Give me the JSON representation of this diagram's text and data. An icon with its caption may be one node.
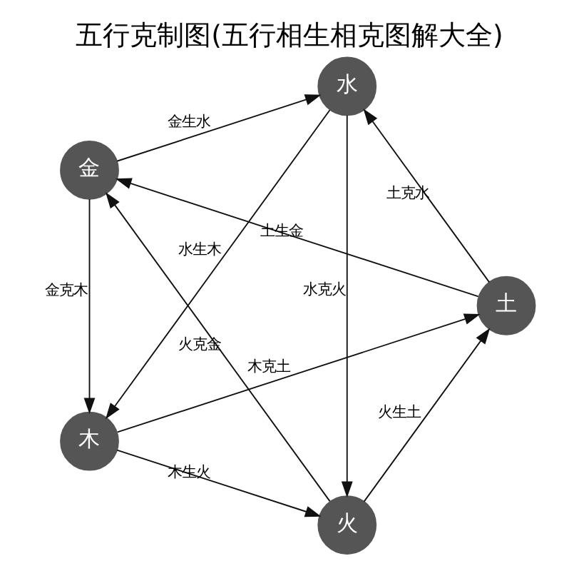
{
  "diagram": {
    "title": "五行克制图(五行相生相克图解大全)",
    "nodes": [
      {
        "text": [
          "火"
        ]
      },
      {
        "text": [
          "土"
        ]
      },
      {
        "text": [
          "金"
        ]
      },
      {
        "text": [
          "水"
        ]
      },
      {
        "text": [
          "木"
        ]
      }
    ],
    "edges": [
      {
        "from": 4,
        "to": 0,
        "arrow": "to",
        "label": "木生火"
      },
      {
        "from": 0,
        "to": 1,
        "arrow": "to",
        "label": "火生土"
      },
      {
        "from": 1,
        "to": 2,
        "arrow": "to",
        "label": "土生金"
      },
      {
        "from": 2,
        "to": 3,
        "arrow": "to",
        "label": "金生水"
      },
      {
        "from": 3,
        "to": 4,
        "arrow": "to",
        "label": "水生木"
      },
      {
        "from": 4,
        "to": 1,
        "arrow": "to",
        "label": "木克土"
      },
      {
        "from": 1,
        "to": 3,
        "arrow": "to",
        "label": "土克水"
      },
      {
        "from": 3,
        "to": 0,
        "arrow": "to",
        "label": "水克火"
      },
      {
        "from": 0,
        "to": 2,
        "arrow": "to",
        "label": "火克金"
      },
      {
        "from": 2,
        "to": 4,
        "arrow": "to",
        "label": "金克木"
      }
    ]
  }
}
